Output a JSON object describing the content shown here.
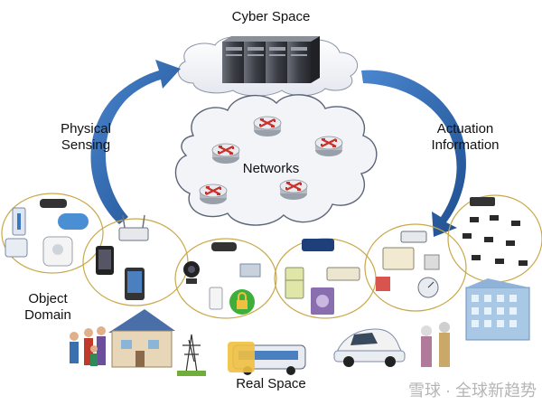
{
  "labels": {
    "cyber_space": "Cyber Space",
    "physical_sensing": [
      "Physical",
      "Sensing"
    ],
    "actuation_information": [
      "Actuation",
      "Information"
    ],
    "networks": "Networks",
    "object_domain": [
      "Object",
      "Domain"
    ],
    "real_space": "Real Space"
  },
  "watermark": "雪球 · 全球新趋势",
  "colors": {
    "arrow_blue": "#2f6bb3",
    "cloud_fill": "#f3f4f8",
    "cloud_stroke": "#5a6478",
    "router_red": "#c8312b",
    "ellipse_stroke": "#c9a94a"
  },
  "icons": {
    "cyber": [
      "server-rack-icon",
      "cloud-icon"
    ],
    "network_nodes": [
      "router-icon",
      "router-icon",
      "router-icon",
      "router-icon",
      "router-icon"
    ],
    "object_groups": [
      "sensor-devices-group",
      "mobile-devices-group",
      "camera-lock-group",
      "appliances-group",
      "meters-group",
      "sensor-grid-group"
    ],
    "real_space": [
      "family-icon",
      "house-icon",
      "power-tower-icon",
      "bus-icon",
      "electric-car-icon",
      "elderly-couple-icon",
      "office-building-icon"
    ]
  }
}
